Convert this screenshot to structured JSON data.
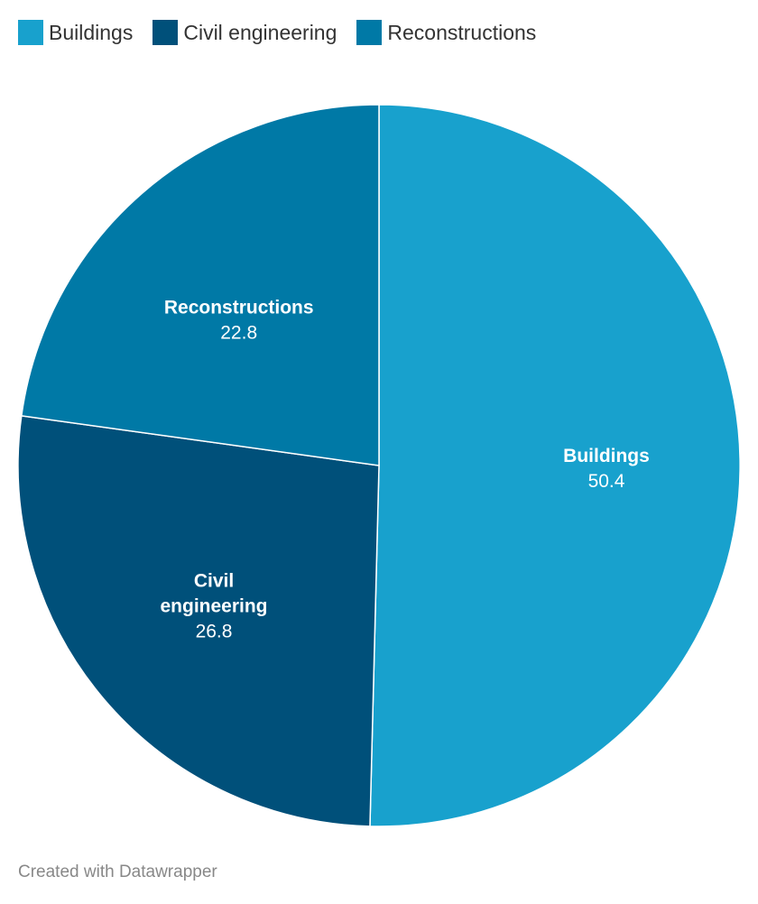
{
  "chart_data": {
    "type": "pie",
    "categories": [
      "Buildings",
      "Civil engineering",
      "Reconstructions"
    ],
    "values": [
      50.4,
      26.8,
      22.8
    ],
    "colors": [
      "#18a1cd",
      "#00507a",
      "#0079a6"
    ],
    "legend_position": "top-left"
  },
  "legend": {
    "items": [
      {
        "label": "Buildings",
        "color": "#18a1cd"
      },
      {
        "label": "Civil engineering",
        "color": "#00507a"
      },
      {
        "label": "Reconstructions",
        "color": "#0079a6"
      }
    ]
  },
  "slice_labels": [
    {
      "name_lines": [
        "Buildings"
      ],
      "value": "50.4"
    },
    {
      "name_lines": [
        "Civil",
        "engineering"
      ],
      "value": "26.8"
    },
    {
      "name_lines": [
        "Reconstructions"
      ],
      "value": "22.8"
    }
  ],
  "footer": {
    "credit": "Created with Datawrapper"
  }
}
